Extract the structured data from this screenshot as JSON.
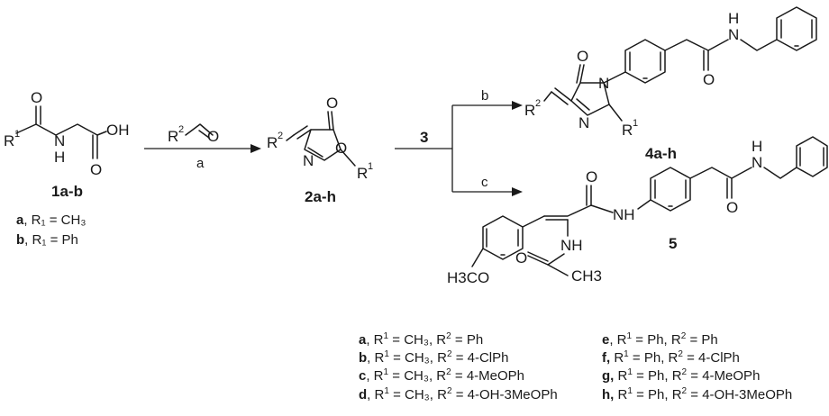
{
  "labels": {
    "c1": "1a-b",
    "c2": "2a-h",
    "c3": "3",
    "c4": "4a-h",
    "c5": "5"
  },
  "reagents": {
    "a": "a",
    "b": "b",
    "c": "c"
  },
  "atoms": {
    "O": "O",
    "OH": "OH",
    "N": "N",
    "H": "H",
    "NH": "NH",
    "R": "R",
    "H3CO": "H3CO",
    "CH3": "CH3",
    "one": "1",
    "two": "2"
  },
  "legend_left": [
    {
      "key": "a",
      "text": ", R₁ = CH₃"
    },
    {
      "key": "b",
      "text": ", R₁ = Ph"
    }
  ],
  "legend_bottom": [
    {
      "key": "a",
      "r1": "CH₃",
      "r2": "Ph"
    },
    {
      "key": "b",
      "r1": "CH₃",
      "r2": "4-ClPh"
    },
    {
      "key": "c",
      "r1": "CH₃",
      "r2": "4-MeOPh"
    },
    {
      "key": "d",
      "r1": "CH₃",
      "r2": "4-OH-3MeOPh"
    },
    {
      "key": "e",
      "r1": "Ph",
      "r2": "Ph"
    },
    {
      "key": "f",
      "r1": "Ph",
      "r2": "4-ClPh"
    },
    {
      "key": "g",
      "r1": "Ph",
      "r2": "4-MeOPh"
    },
    {
      "key": "h",
      "r1": "Ph",
      "r2": "4-OH-3MeOPh"
    }
  ],
  "legend_keys_right": [
    "e",
    "f,",
    "g,",
    "h,"
  ]
}
